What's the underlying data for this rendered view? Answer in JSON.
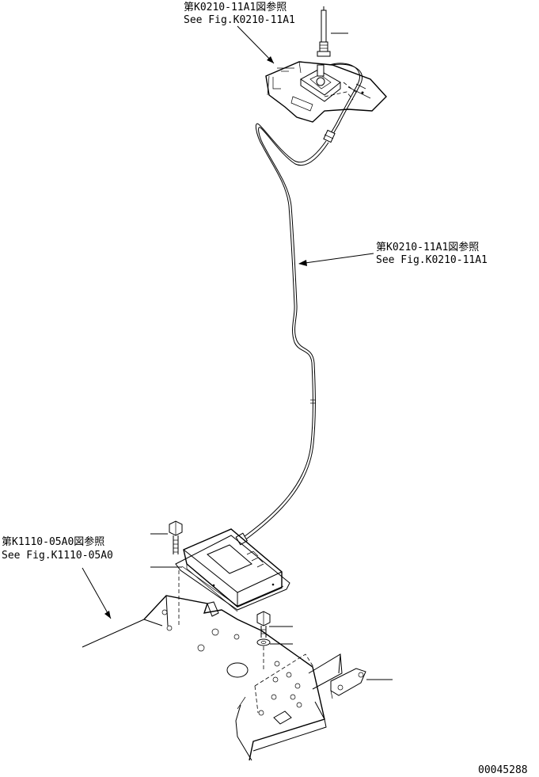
{
  "callouts": {
    "top": {
      "line1": "第K0210-11A1図参照",
      "line2": "See Fig.K0210-11A1"
    },
    "middle": {
      "line1": "第K0210-11A1図参照",
      "line2": "See Fig.K0210-11A1"
    },
    "left": {
      "line1": "第K1110-05A0図参照",
      "line2": "See Fig.K1110-05A0"
    }
  },
  "drawing_number": "00045288"
}
